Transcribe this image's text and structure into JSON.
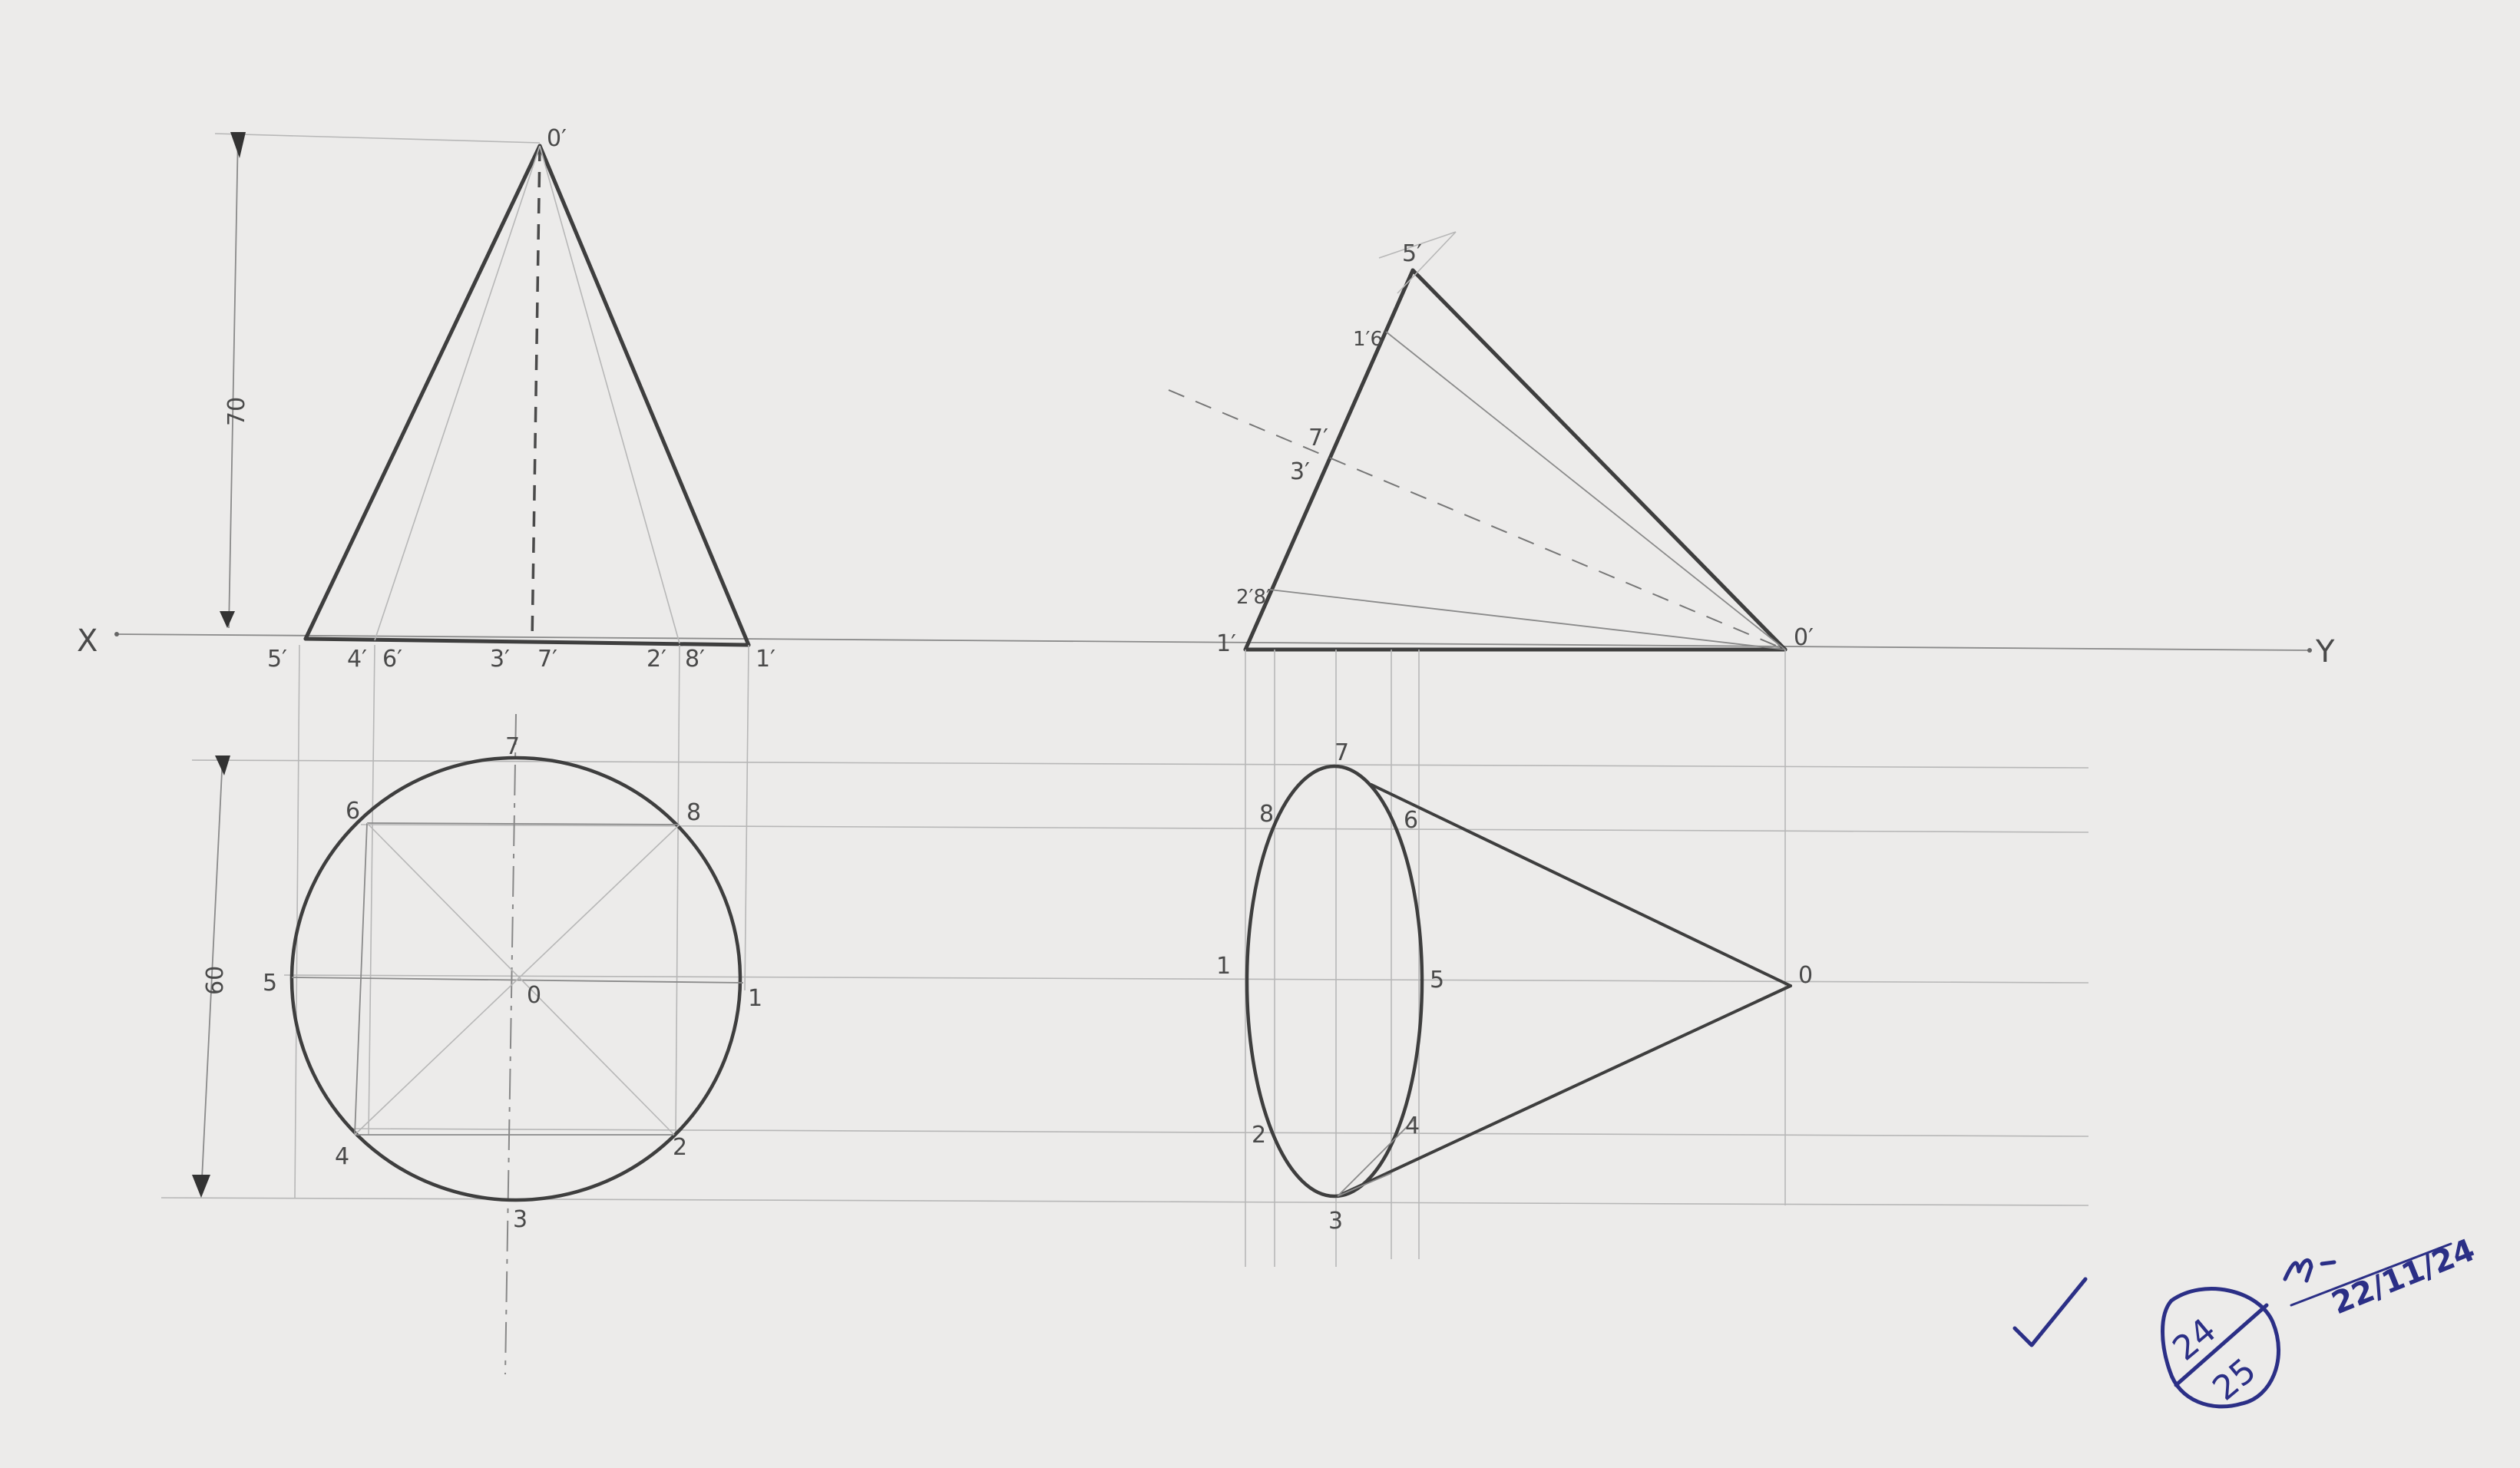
{
  "reference_line": {
    "left": "X",
    "right": "Y"
  },
  "dimensions": {
    "height": "70",
    "diameter": "60"
  },
  "front_view": {
    "apex": "0′",
    "base": [
      "5′",
      "4′",
      "6′",
      "3′",
      "7′",
      "2′",
      "8′",
      "1′"
    ]
  },
  "top_view": {
    "center": "0",
    "points": [
      "1",
      "2",
      "3",
      "4",
      "5",
      "6",
      "7",
      "8"
    ]
  },
  "tilted_front_view": {
    "apex": "0′",
    "generator_points": [
      "1′",
      "2′8′",
      "3′",
      "7′",
      "1′6′",
      "5′"
    ]
  },
  "tilted_top_view": {
    "apex": "0",
    "points": [
      "1",
      "2",
      "3",
      "4",
      "5",
      "6",
      "7",
      "8"
    ]
  },
  "grading": {
    "score": "24",
    "out_of": "25",
    "date": "22/11/24",
    "check_mark": "tick"
  }
}
